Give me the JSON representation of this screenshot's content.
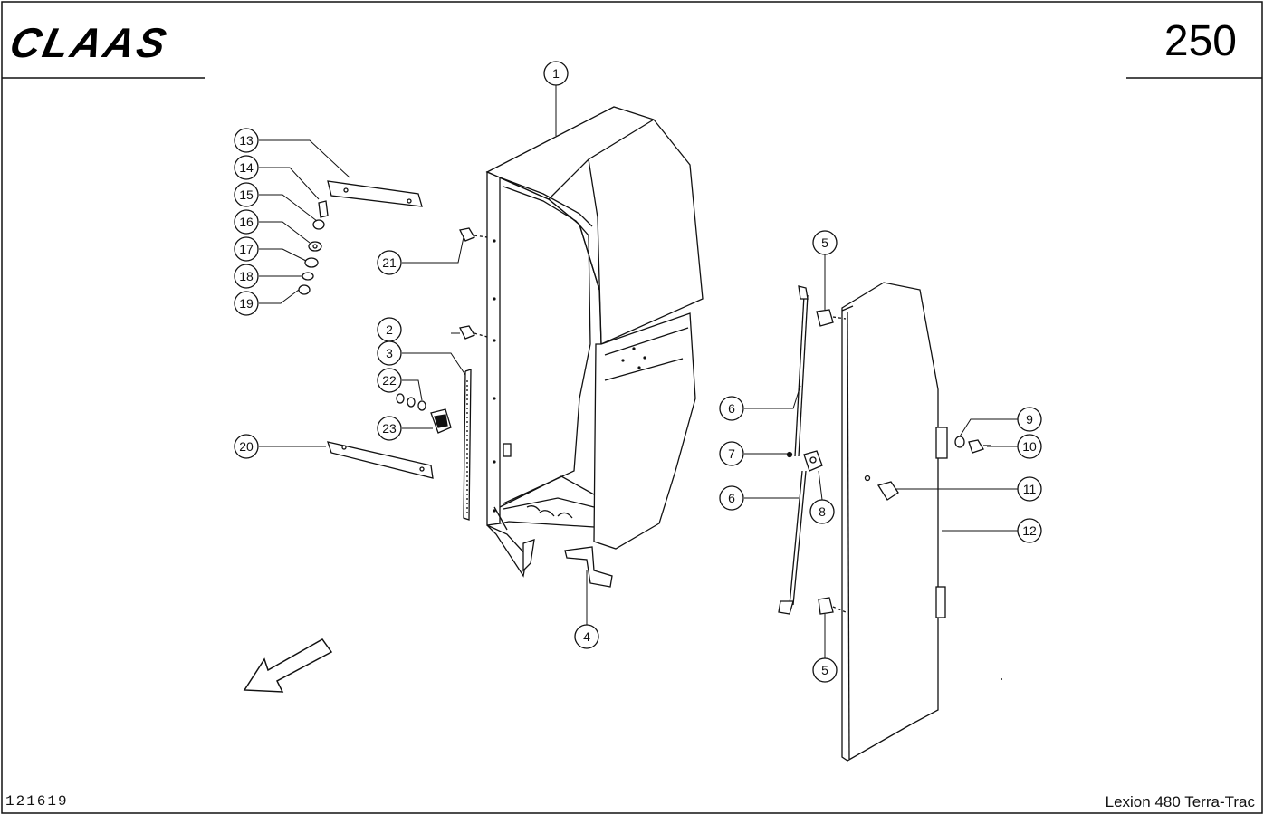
{
  "header": {
    "brand": "CLAAS",
    "page_number": "250"
  },
  "footer": {
    "drawing_number": "121619",
    "model": "Lexion 480 Terra-Trac"
  },
  "callouts": [
    {
      "id": "c1",
      "label": "1"
    },
    {
      "id": "c2",
      "label": "2"
    },
    {
      "id": "c3",
      "label": "3"
    },
    {
      "id": "c4",
      "label": "4"
    },
    {
      "id": "c5a",
      "label": "5"
    },
    {
      "id": "c5b",
      "label": "5"
    },
    {
      "id": "c6a",
      "label": "6"
    },
    {
      "id": "c6b",
      "label": "6"
    },
    {
      "id": "c7",
      "label": "7"
    },
    {
      "id": "c8",
      "label": "8"
    },
    {
      "id": "c9",
      "label": "9"
    },
    {
      "id": "c10",
      "label": "10"
    },
    {
      "id": "c11",
      "label": "11"
    },
    {
      "id": "c12",
      "label": "12"
    },
    {
      "id": "c13",
      "label": "13"
    },
    {
      "id": "c14",
      "label": "14"
    },
    {
      "id": "c15",
      "label": "15"
    },
    {
      "id": "c16",
      "label": "16"
    },
    {
      "id": "c17",
      "label": "17"
    },
    {
      "id": "c18",
      "label": "18"
    },
    {
      "id": "c19",
      "label": "19"
    },
    {
      "id": "c20",
      "label": "20"
    },
    {
      "id": "c21",
      "label": "21"
    },
    {
      "id": "c22",
      "label": "22"
    },
    {
      "id": "c23",
      "label": "23"
    }
  ]
}
